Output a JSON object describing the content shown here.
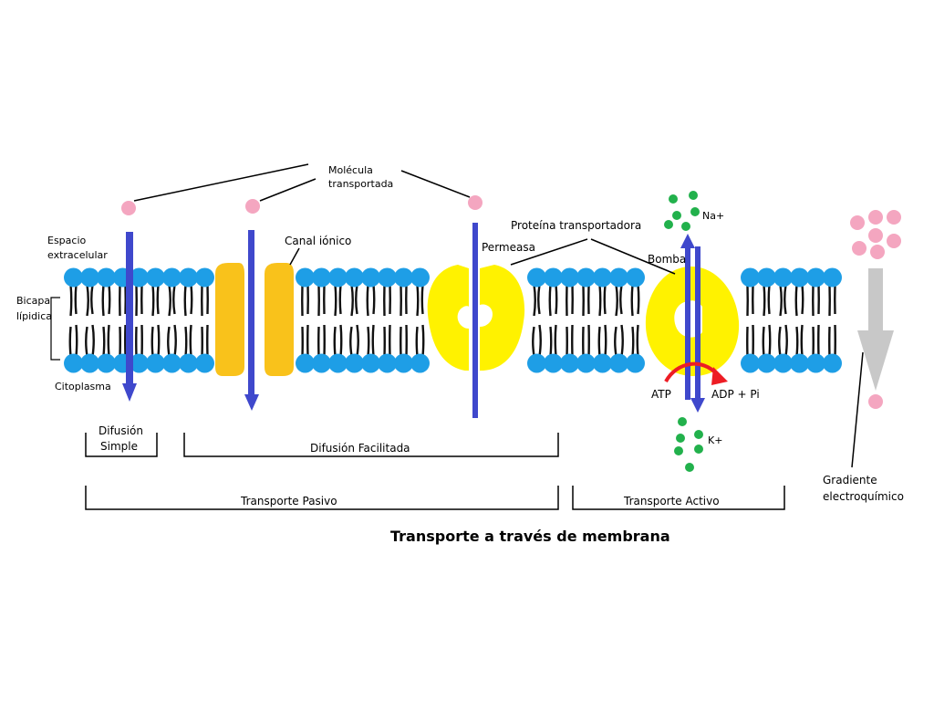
{
  "title": "Transporte a través de membrana",
  "labels": {
    "extracellular_line1": "Espacio",
    "extracellular_line2": "extracelular",
    "bilayer_line1": "Bicapa",
    "bilayer_line2": "lípidica",
    "cytoplasm": "Citoplasma",
    "transported_molecule_line1": "Molécula",
    "transported_molecule_line2": "transportada",
    "ion_channel": "Canal iónico",
    "permease": "Permeasa",
    "transporter_protein": "Proteína transportadora",
    "pump": "Bomba",
    "na_plus": "Na+",
    "k_plus": "K+",
    "atp": "ATP",
    "adp_pi": "ADP + Pi",
    "gradient_line1": "Gradiente",
    "gradient_line2": "electroquímico"
  },
  "groups": {
    "simple_diffusion_line1": "Difusión",
    "simple_diffusion_line2": "Simple",
    "facilitated_diffusion": "Difusión Facilitada",
    "passive_transport": "Transporte Pasivo",
    "active_transport": "Transporte Activo"
  },
  "colors": {
    "phospholipid_head": "#1e9ee6",
    "lipid_tail": "#111111",
    "channel_protein": "#f9c21b",
    "carrier_protein": "#fff200",
    "transport_arrow": "#3f48cc",
    "molecule": "#f4a6c0",
    "ion": "#22b14c",
    "atp_arrow": "#ed1c24",
    "gradient_arrow": "#c8c8c8"
  }
}
